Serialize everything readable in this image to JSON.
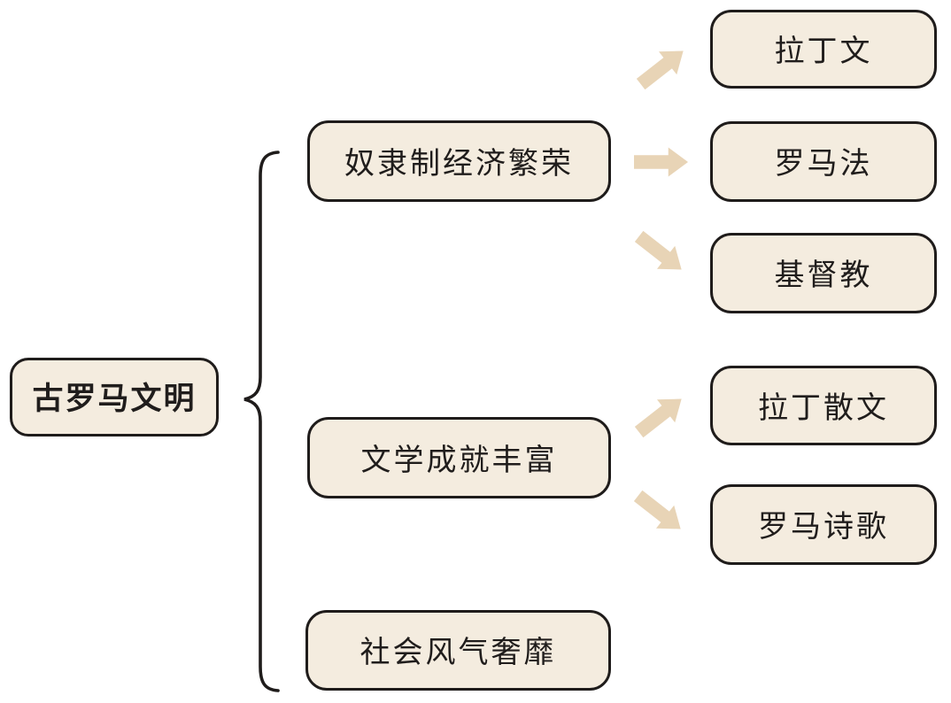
{
  "diagram": {
    "root": {
      "label": "古罗马文明"
    },
    "branches": [
      {
        "label": "奴隶制经济繁荣",
        "children": [
          "拉丁文",
          "罗马法",
          "基督教"
        ]
      },
      {
        "label": "文学成就丰富",
        "children": [
          "拉丁散文",
          "罗马诗歌"
        ]
      },
      {
        "label": "社会风气奢靡",
        "children": []
      }
    ],
    "colors": {
      "background": "#ffffff",
      "box_fill": "#f4ecdf",
      "box_border": "#1f1c1b",
      "arrow": "#e8d4b6",
      "text": "#201d1c"
    }
  }
}
